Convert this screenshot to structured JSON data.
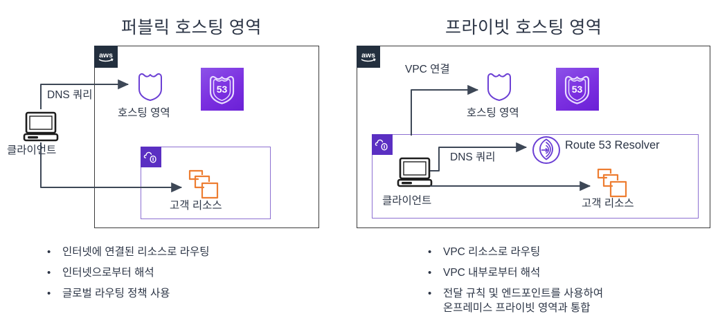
{
  "colors": {
    "aws_navy": "#232f3e",
    "vpc_purple": "#5a2fc2",
    "vpc_border": "#8c6fd1",
    "route53_purple": "#7b2fe0",
    "resource_orange": "#ed7d31",
    "arrow_gray": "#3d4756",
    "text": "#2b3445",
    "box_border": "#3a3a3a"
  },
  "panels": [
    {
      "id": "public",
      "title": "퍼블릭 호스팅 영역",
      "aws_badge_label": "aws",
      "client_label": "클라이언트",
      "arrows": [
        {
          "label": "DNS 쿼리",
          "name": "dns-query"
        },
        {
          "label": "",
          "name": "resource-route"
        }
      ],
      "hosted_zone_label": "호스팅 영역",
      "route53_tile_label": "53",
      "vpc_resources_label": "고객 리소스",
      "bullets": [
        "인터넷에 연결된 리소스로 라우팅",
        "인터넷으로부터 해석",
        "글로벌 라우팅 정책 사용"
      ]
    },
    {
      "id": "private",
      "title": "프라이빗 호스팅 영역",
      "aws_badge_label": "aws",
      "client_label": "클라이언트",
      "vpc_link_label": "VPC 연결",
      "dns_query_label": "DNS 쿼리",
      "hosted_zone_label": "호스팅 영역",
      "route53_tile_label": "53",
      "resolver_label": "Route 53 Resolver",
      "vpc_resources_label": "고객 리소스",
      "bullets": [
        "VPC 리소스로 라우팅",
        "VPC 내부로부터 해석",
        "전달 규칙 및 엔드포인트를 사용하여\n온프레미스 프라이빗 영역과 통합"
      ]
    }
  ]
}
